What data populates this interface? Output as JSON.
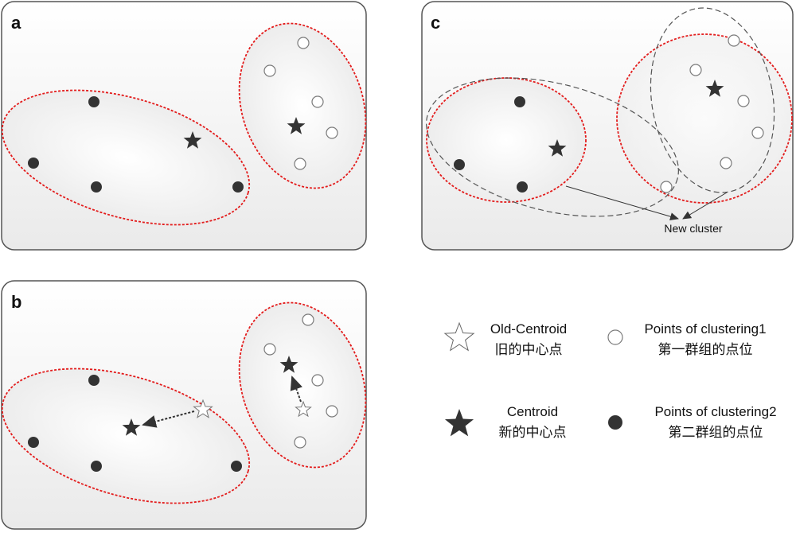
{
  "panels": {
    "a": {
      "letter": "a"
    },
    "b": {
      "letter": "b"
    },
    "c": {
      "letter": "c",
      "annotation": "New cluster"
    }
  },
  "legend": {
    "old_centroid": {
      "label_en": "Old-Centroid",
      "label_zh": "旧的中心点",
      "icon": "hollow-star-icon"
    },
    "centroid": {
      "label_en": "Centroid",
      "label_zh": "新的中心点",
      "icon": "filled-star-icon"
    },
    "cluster1": {
      "label_en": "Points of clustering1",
      "label_zh": "第一群组的点位",
      "icon": "hollow-circle-icon"
    },
    "cluster2": {
      "label_en": "Points of clustering2",
      "label_zh": "第二群组的点位",
      "icon": "filled-circle-icon"
    }
  },
  "colors": {
    "cluster_outline": "#e31b1b",
    "new_cluster_outline": "#555555",
    "filled_marker": "#333333",
    "hollow_marker_stroke": "#7a7a7a",
    "panel_border": "#555555"
  }
}
